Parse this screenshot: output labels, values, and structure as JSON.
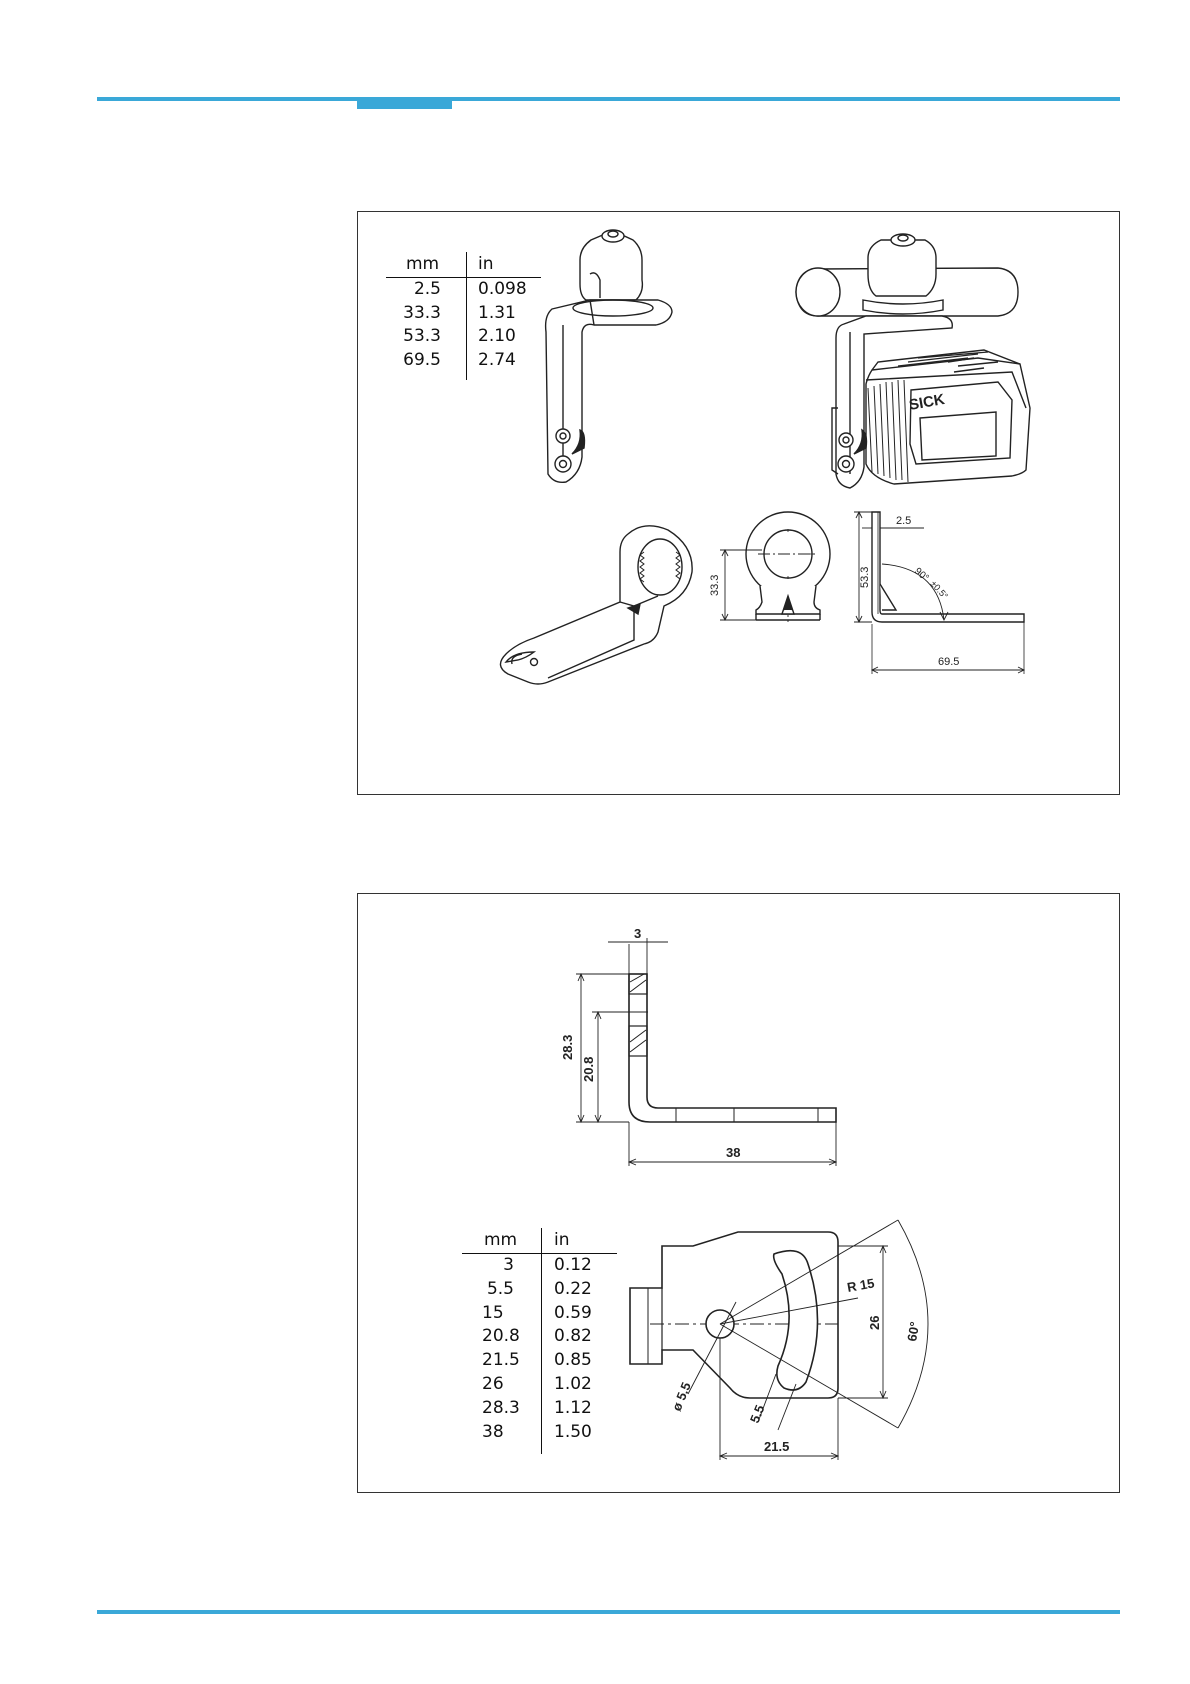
{
  "table1": {
    "col_mm": "mm",
    "col_in": "in",
    "rows": [
      {
        "mm": "2.5",
        "in": "0.098"
      },
      {
        "mm": "33.3",
        "in": "1.31"
      },
      {
        "mm": "53.3",
        "in": "2.10"
      },
      {
        "mm": "69.5",
        "in": "2.74"
      }
    ]
  },
  "table2": {
    "col_mm": "mm",
    "col_in": "in",
    "rows": [
      {
        "mm": "3",
        "in": "0.12"
      },
      {
        "mm": "5.5",
        "in": "0.22"
      },
      {
        "mm": "15",
        "in": "0.59"
      },
      {
        "mm": "20.8",
        "in": "0.82"
      },
      {
        "mm": "21.5",
        "in": "0.85"
      },
      {
        "mm": "26",
        "in": "1.02"
      },
      {
        "mm": "28.3",
        "in": "1.12"
      },
      {
        "mm": "38",
        "in": "1.50"
      }
    ]
  },
  "drawing1": {
    "brand_label": "SICK",
    "dim_thickness": "2.5",
    "dim_height_front": "33.3",
    "dim_height_side": "53.3",
    "dim_length": "69.5",
    "dim_angle": "90°",
    "dim_angle_tol": "±0.5°"
  },
  "drawing2": {
    "dim_thickness": "3",
    "dim_height_total": "28.3",
    "dim_height_hole": "20.8",
    "dim_length": "38",
    "dim_radius": "R 15",
    "dim_width": "26",
    "dim_angle": "60°",
    "dim_hole_dia": "ø 5.5",
    "dim_slot_width": "5.5",
    "dim_base": "21.5"
  },
  "colors": {
    "accent": "#3aa8d8",
    "line": "#222222"
  }
}
